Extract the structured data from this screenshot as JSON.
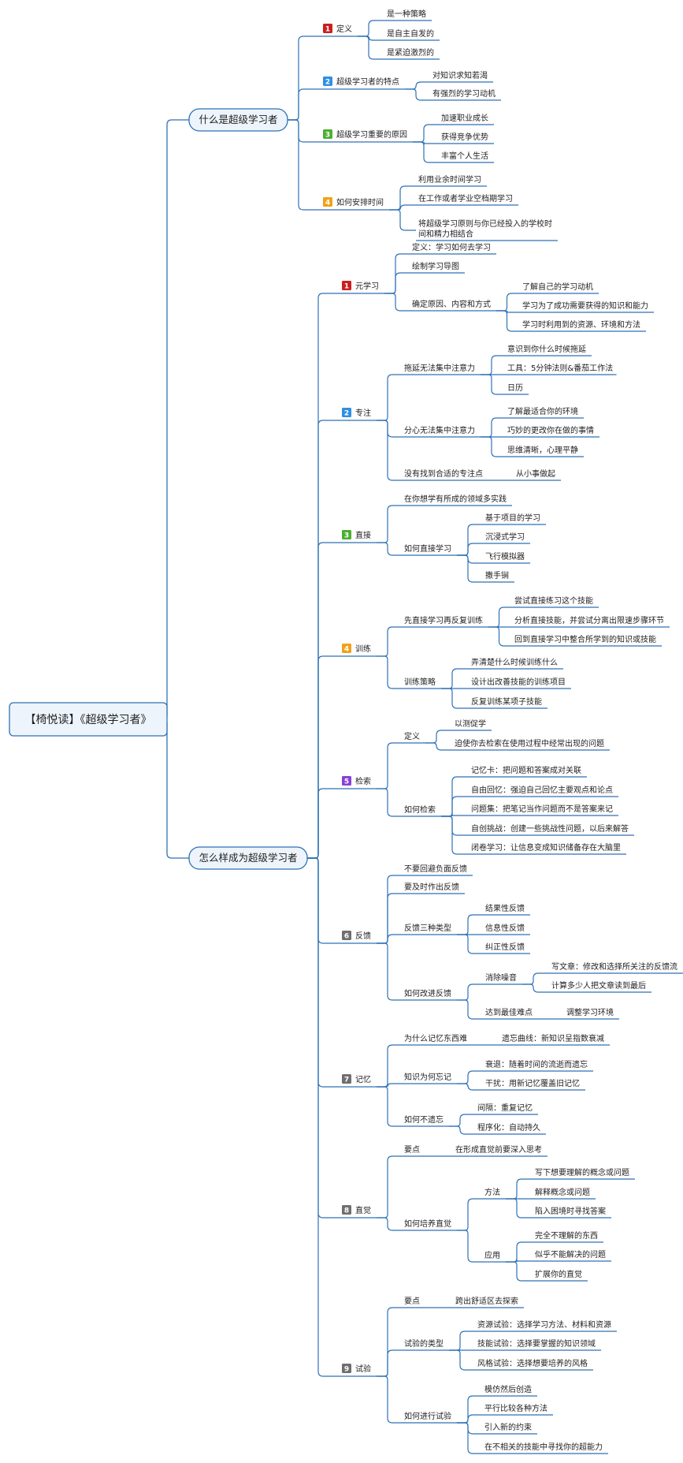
{
  "root": "【椅悦读】《超级学习者》",
  "colors": {
    "line": "#2f72b5",
    "box_fill": "#edf4fb",
    "box_stroke": "#2f72b5",
    "badge": {
      "1": "#cc1f1f",
      "2": "#2f8fe0",
      "3": "#4caf32",
      "4": "#f0a11a",
      "5": "#8a3fd6",
      "6": "#6f6f6f",
      "7": "#6f6f6f",
      "8": "#6f6f6f",
      "9": "#6f6f6f"
    }
  },
  "branches": [
    {
      "label": "什么是超级学习者",
      "children": [
        {
          "num": "1",
          "label": "定义",
          "children": [
            {
              "label": "是一种策略"
            },
            {
              "label": "是自主自发的"
            },
            {
              "label": "是紧迫激烈的"
            }
          ]
        },
        {
          "num": "2",
          "label": "超级学习者的特点",
          "children": [
            {
              "label": "对知识求知若渴"
            },
            {
              "label": "有强烈的学习动机"
            }
          ]
        },
        {
          "num": "3",
          "label": "超级学习重要的原因",
          "children": [
            {
              "label": "加速职业成长"
            },
            {
              "label": "获得竞争优势"
            },
            {
              "label": "丰富个人生活"
            }
          ]
        },
        {
          "num": "4",
          "label": "如何安排时间",
          "children": [
            {
              "label": "利用业余时间学习"
            },
            {
              "label": "在工作或者学业空档期学习"
            },
            {
              "label": "将超级学习原则与你已经投入的学校时",
              "label2": "间和精力相结合"
            }
          ]
        }
      ]
    },
    {
      "label": "怎么样成为超级学习者",
      "children": [
        {
          "num": "1",
          "label": "元学习",
          "children": [
            {
              "label": "定义：学习如何去学习"
            },
            {
              "label": "绘制学习导图"
            },
            {
              "label": "确定原因、内容和方式",
              "children": [
                {
                  "label": "了解自己的学习动机"
                },
                {
                  "label": "学习为了成功需要获得的知识和能力"
                },
                {
                  "label": "学习时利用到的资源、环境和方法"
                }
              ]
            }
          ]
        },
        {
          "num": "2",
          "label": "专注",
          "children": [
            {
              "label": "拖延无法集中注意力",
              "children": [
                {
                  "label": "意识到你什么时候拖延"
                },
                {
                  "label": "工具：5分钟法则&番茄工作法"
                },
                {
                  "label": "日历"
                }
              ]
            },
            {
              "label": "分心无法集中注意力",
              "children": [
                {
                  "label": "了解最适合你的环境"
                },
                {
                  "label": "巧妙的更改你在做的事情"
                },
                {
                  "label": "思维清晰，心理平静"
                }
              ]
            },
            {
              "label": "没有找到合适的专注点",
              "children": [
                {
                  "label": "从小事做起"
                }
              ]
            }
          ]
        },
        {
          "num": "3",
          "label": "直接",
          "children": [
            {
              "label": "在你想学有所成的领域多实践"
            },
            {
              "label": "如何直接学习",
              "children": [
                {
                  "label": "基于项目的学习"
                },
                {
                  "label": "沉浸式学习"
                },
                {
                  "label": "飞行模拟器"
                },
                {
                  "label": "撒手锏"
                }
              ]
            }
          ]
        },
        {
          "num": "4",
          "label": "训练",
          "children": [
            {
              "label": "先直接学习再反复训练",
              "children": [
                {
                  "label": "尝试直接练习这个技能"
                },
                {
                  "label": "分析直接技能，并尝试分离出限速步骤环节"
                },
                {
                  "label": "回到直接学习中整合所学到的知识或技能"
                }
              ]
            },
            {
              "label": "训练策略",
              "children": [
                {
                  "label": "弄清楚什么时候训练什么"
                },
                {
                  "label": "设计出改善技能的训练项目"
                },
                {
                  "label": "反复训练某项子技能"
                }
              ]
            }
          ]
        },
        {
          "num": "5",
          "label": "检索",
          "children": [
            {
              "label": "定义",
              "children": [
                {
                  "label": "以测促学"
                },
                {
                  "label": "迫使你去检索在使用过程中经常出现的问题"
                }
              ]
            },
            {
              "label": "如何检索",
              "children": [
                {
                  "label": "记忆卡：把问题和答案成对关联"
                },
                {
                  "label": "自由回忆：强迫自己回忆主要观点和论点"
                },
                {
                  "label": "问题集：把笔记当作问题而不是答案来记"
                },
                {
                  "label": "自创挑战：创建一些挑战性问题，以后来解答"
                },
                {
                  "label": "闭卷学习：让信息变成知识储备存在大脑里"
                }
              ]
            }
          ]
        },
        {
          "num": "6",
          "label": "反馈",
          "children": [
            {
              "label": "不要回避负面反馈"
            },
            {
              "label": "要及时作出反馈"
            },
            {
              "label": "反馈三种类型",
              "children": [
                {
                  "label": "结果性反馈"
                },
                {
                  "label": "信息性反馈"
                },
                {
                  "label": "纠正性反馈"
                }
              ]
            },
            {
              "label": "如何改进反馈",
              "children": [
                {
                  "label": "消除噪音",
                  "children": [
                    {
                      "label": "写文章：修改和选择所关注的反馈流"
                    },
                    {
                      "label": "计算多少人把文章读到最后"
                    }
                  ]
                },
                {
                  "label": "达到最佳难点",
                  "children": [
                    {
                      "label": "调整学习环境"
                    }
                  ]
                }
              ]
            }
          ]
        },
        {
          "num": "7",
          "label": "记忆",
          "children": [
            {
              "label": "为什么记忆东西难",
              "children": [
                {
                  "label": "遗忘曲线：新知识呈指数衰减"
                }
              ]
            },
            {
              "label": "知识为何忘记",
              "children": [
                {
                  "label": "衰退：随着时间的流逝而遗忘"
                },
                {
                  "label": "干扰：用新记忆覆盖旧记忆"
                }
              ]
            },
            {
              "label": "如何不遗忘",
              "children": [
                {
                  "label": "间隔：重复记忆"
                },
                {
                  "label": "程序化：自动持久"
                }
              ]
            }
          ]
        },
        {
          "num": "8",
          "label": "直觉",
          "children": [
            {
              "label": "要点",
              "children": [
                {
                  "label": "在形成直觉前要深入思考"
                }
              ]
            },
            {
              "label": "如何培养直觉",
              "children": [
                {
                  "label": "方法",
                  "children": [
                    {
                      "label": "写下想要理解的概念或问题"
                    },
                    {
                      "label": "解释概念或问题"
                    },
                    {
                      "label": "陷入困境时寻找答案"
                    }
                  ]
                },
                {
                  "label": "应用",
                  "children": [
                    {
                      "label": "完全不理解的东西"
                    },
                    {
                      "label": "似乎不能解决的问题"
                    },
                    {
                      "label": "扩展你的直觉"
                    }
                  ]
                }
              ]
            }
          ]
        },
        {
          "num": "9",
          "label": "试验",
          "children": [
            {
              "label": "要点",
              "children": [
                {
                  "label": "跨出舒适区去探索"
                }
              ]
            },
            {
              "label": "试验的类型",
              "children": [
                {
                  "label": "资源试验：选择学习方法、材料和资源"
                },
                {
                  "label": "技能试验：选择要掌握的知识领域"
                },
                {
                  "label": "风格试验：选择想要培养的风格"
                }
              ]
            },
            {
              "label": "如何进行试验",
              "children": [
                {
                  "label": "模仿然后创造"
                },
                {
                  "label": "平行比较各种方法"
                },
                {
                  "label": "引入新的约束"
                },
                {
                  "label": "在不相关的技能中寻找你的超能力"
                }
              ]
            }
          ]
        }
      ]
    }
  ]
}
